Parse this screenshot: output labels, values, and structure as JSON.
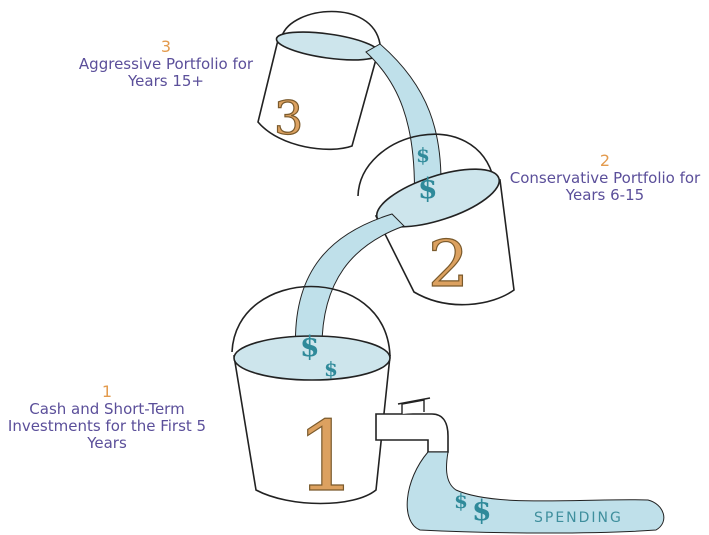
{
  "buckets": [
    {
      "number": "1",
      "caption_lines": [
        "Cash and Short-Term",
        "Investments for the First 5",
        "Years"
      ],
      "body_numeral": "1"
    },
    {
      "number": "2",
      "caption_lines": [
        "Conservative Portfolio for",
        "Years 6-15"
      ],
      "body_numeral": "2"
    },
    {
      "number": "3",
      "caption_lines": [
        "Aggressive Portfolio for",
        "Years 15+"
      ],
      "body_numeral": "3"
    }
  ],
  "flow": {
    "dollar_symbol": "$",
    "spending_label": "SPENDING"
  },
  "colors": {
    "caption": "#5b4f9a",
    "caption_number": "#e39b4e",
    "water": "#bfe0ea",
    "outline": "#222222",
    "numeral": "#dca160",
    "dollar": "#2f8a9a"
  }
}
